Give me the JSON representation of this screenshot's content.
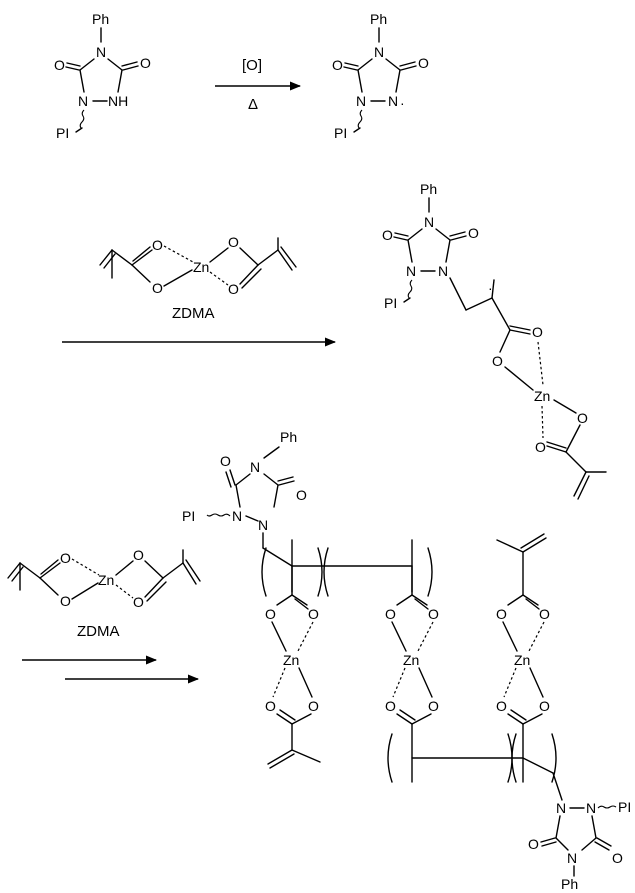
{
  "atoms": {
    "N": "N",
    "NH": "NH",
    "O": "O",
    "Ph": "Ph",
    "PI": "PI",
    "Zn": "Zn"
  },
  "radical_dot": "·",
  "conditions": {
    "oxidant": "[O]",
    "heat": "Δ"
  },
  "reagent_label": "ZDMA"
}
